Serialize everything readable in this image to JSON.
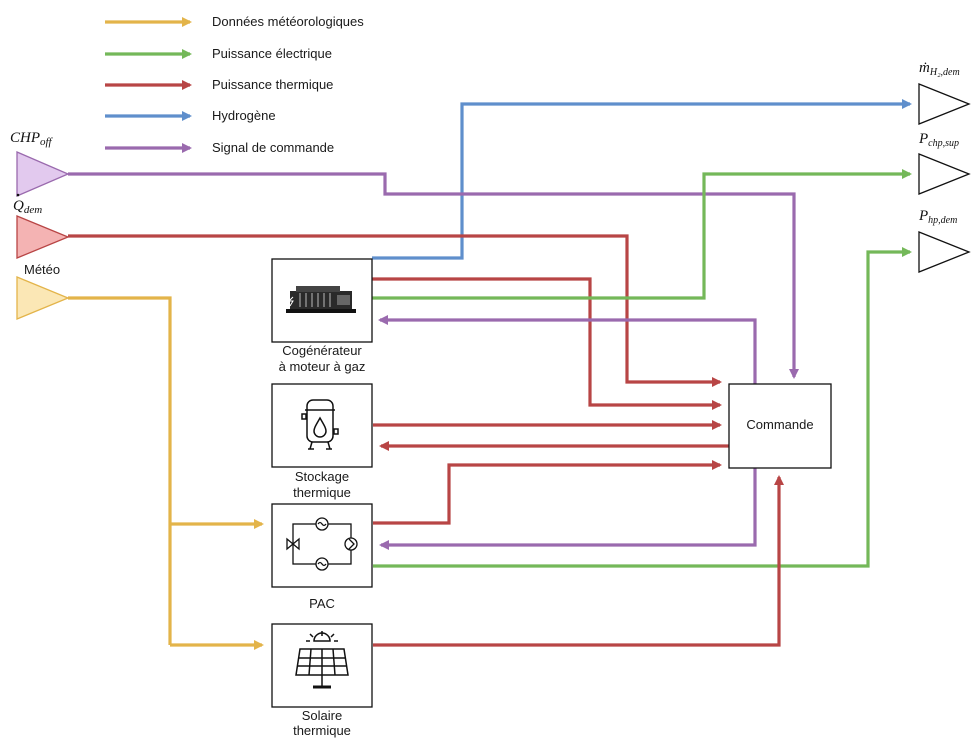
{
  "colors": {
    "meteo": "#E3B44A",
    "electric": "#74B859",
    "thermal": "#B84545",
    "hydrogen": "#5F8FCC",
    "command": "#9A6AAE"
  },
  "legend": [
    {
      "label": "Données météorologiques",
      "color_key": "meteo"
    },
    {
      "label": "Puissance électrique",
      "color_key": "electric"
    },
    {
      "label": "Puissance thermique",
      "color_key": "thermal"
    },
    {
      "label": "Hydrogène",
      "color_key": "hydrogen"
    },
    {
      "label": "Signal de commande",
      "color_key": "command"
    }
  ],
  "inputs": {
    "chp_off": {
      "main": "CHP",
      "sub": "off"
    },
    "q_dem": {
      "main": "Q",
      "sub": "dem"
    },
    "meteo": {
      "label": "Météo"
    }
  },
  "outputs": {
    "m_h2": {
      "main": "ṁ",
      "sub": "H₂,dem"
    },
    "p_chp": {
      "main": "P",
      "sub": "chp,sup"
    },
    "p_hp": {
      "main": "P",
      "sub": "hp,dem"
    }
  },
  "blocks": {
    "cogen": {
      "line1": "Cogénérateur",
      "line2": "à moteur à gaz",
      "icon": "gas-engine-icon"
    },
    "storage": {
      "line1": "Stockage",
      "line2": "thermique",
      "icon": "water-tank-icon"
    },
    "pac": {
      "line1": "PAC",
      "icon": "heat-pump-icon"
    },
    "solar": {
      "line1": "Solaire",
      "line2": "thermique",
      "icon": "solar-panel-icon"
    },
    "command": {
      "label": "Commande"
    }
  }
}
